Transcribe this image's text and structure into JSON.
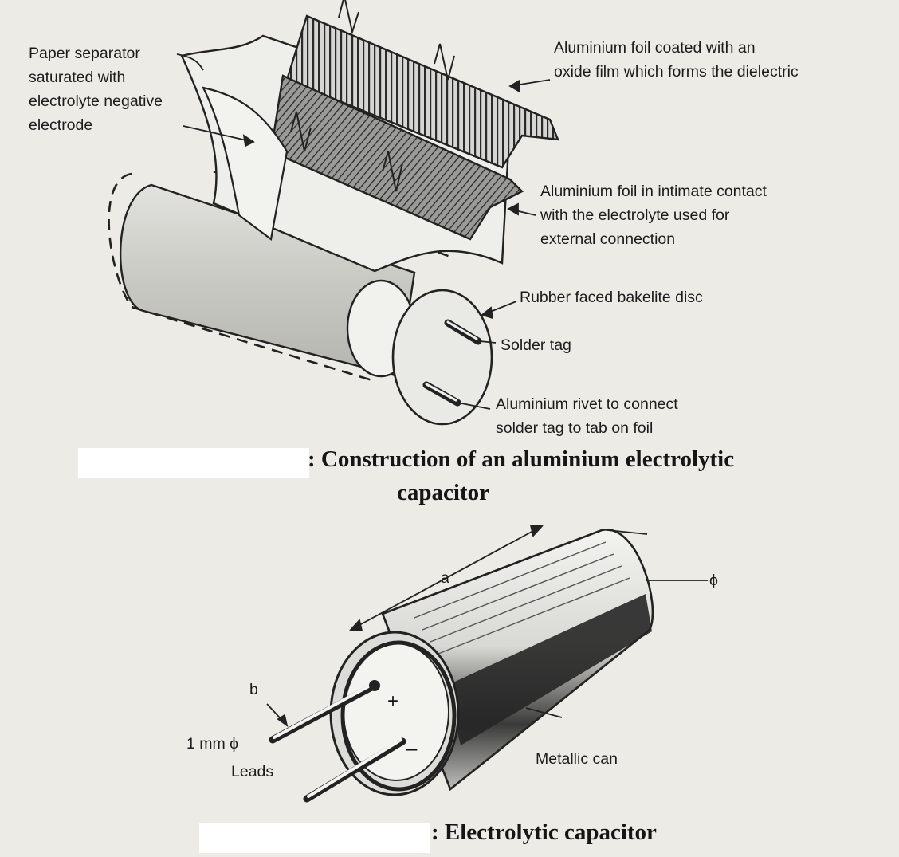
{
  "top_diagram": {
    "labels": {
      "paper_separator": [
        "Paper separator",
        "saturated with",
        "electrolyte negative",
        "electrode"
      ],
      "oxide_foil": [
        "Aluminium foil coated with an",
        "oxide film which forms the dielectric"
      ],
      "contact_foil": [
        "Aluminium foil in intimate contact",
        "with the electrolyte used for",
        "external connection"
      ],
      "bakelite_disc": "Rubber faced bakelite disc",
      "solder_tag": "Solder tag",
      "rivet": [
        "Aluminium rivet to connect",
        "solder tag to tab on foil"
      ]
    },
    "caption": [
      ": Construction of an aluminium electrolytic",
      "capacitor"
    ]
  },
  "bottom_diagram": {
    "labels": {
      "a": "a",
      "phi": "ϕ",
      "b": "b",
      "lead_diameter": "1 mm ϕ",
      "leads": "Leads",
      "metallic_can": "Metallic can",
      "plus": "+",
      "minus": "–"
    },
    "caption": ": Electrolytic capacitor"
  },
  "colors": {
    "paper": "#ecebe6",
    "ink": "#1c1c1c",
    "foil_fill": "#8a8a8a",
    "can_dark": "#2a2a2a",
    "mask": "#ffffff"
  }
}
